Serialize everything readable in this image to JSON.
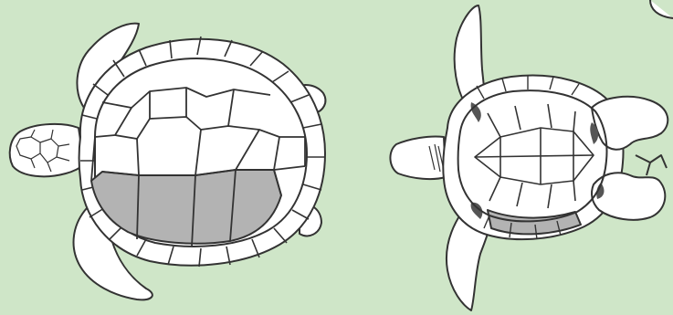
{
  "figure": {
    "views": [
      {
        "id": "dorsal",
        "highlighted_scute_row": "costal-lower"
      },
      {
        "id": "ventral",
        "highlighted_scute_row": "inframarginal-lower"
      }
    ]
  },
  "colors": {
    "background": "#cfe6c8",
    "shell": "#ffffff",
    "outline": "#333333",
    "highlight": "#b3b3b3"
  }
}
